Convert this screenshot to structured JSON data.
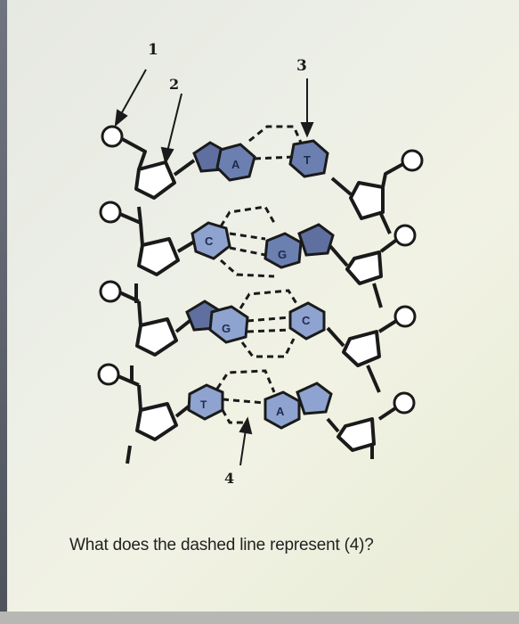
{
  "labels": {
    "callout_1": "1",
    "callout_2": "2",
    "callout_3": "3",
    "callout_4": "4"
  },
  "bases": {
    "row1_left": "A",
    "row1_right": "T",
    "row2_left": "C",
    "row2_right": "G",
    "row3_left": "G",
    "row3_right": "C",
    "row4_left": "T",
    "row4_right": "A"
  },
  "question": "What does the dashed line represent (4)?",
  "colors": {
    "base_fill": "#6b7fb0",
    "base_fill_light": "#8ea3cf",
    "ink": "#1a1a1a",
    "background": "#eceee2"
  }
}
